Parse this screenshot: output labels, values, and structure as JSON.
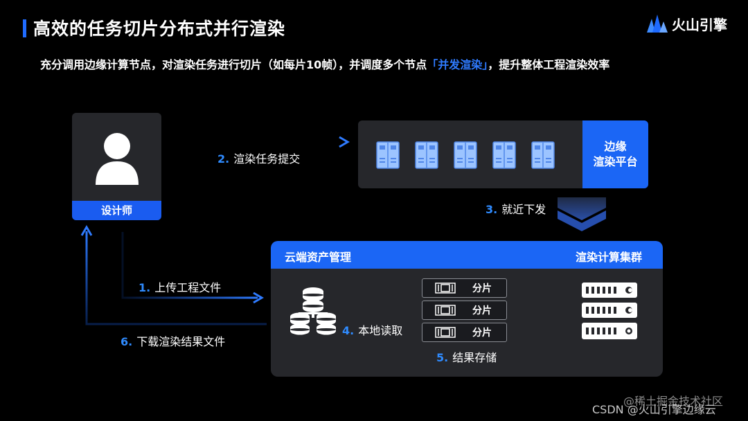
{
  "header": {
    "title": "高效的任务切片分布式并行渲染",
    "brand": "火山引擎",
    "brand_color": "#1f6bff"
  },
  "subtitle": {
    "before": "充分调用边缘计算节点，对渲染任务进行切片（如每片10帧），并调度多个节点",
    "highlight": "「并发渲染」",
    "after": "，提升整体工程渲染效率"
  },
  "designer": {
    "label": "设计师"
  },
  "edge_platform": {
    "label_line1": "边缘",
    "label_line2": "渲染平台",
    "server_count": 5
  },
  "cloud": {
    "left_title": "云端资产管理",
    "right_title": "渲染计算集群"
  },
  "shards": [
    "分片",
    "分片",
    "分片"
  ],
  "steps": {
    "s1": {
      "num": "1.",
      "text": "上传工程文件"
    },
    "s2": {
      "num": "2.",
      "text": "渲染任务提交"
    },
    "s3": {
      "num": "3.",
      "text": "就近下发"
    },
    "s4": {
      "num": "4.",
      "text": "本地读取"
    },
    "s5": {
      "num": "5.",
      "text": "结果存储"
    },
    "s6": {
      "num": "6.",
      "text": "下载渲染结果文件"
    }
  },
  "watermark": {
    "line1": "@稀土掘金技术社区",
    "line2": "CSDN @火山引擎边缘云"
  }
}
